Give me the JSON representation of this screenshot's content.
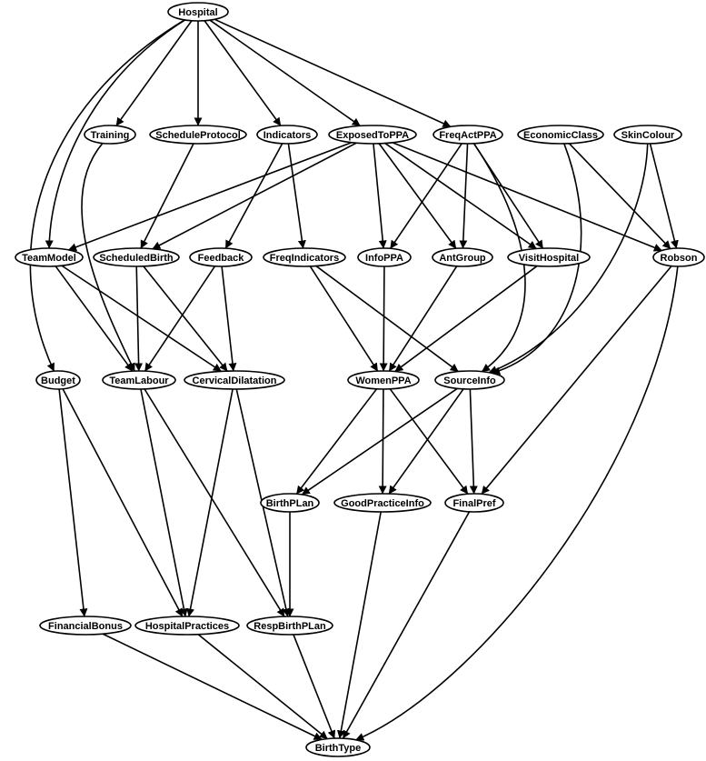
{
  "diagram": {
    "nodes": [
      {
        "id": "Hospital",
        "label": "Hospital"
      },
      {
        "id": "Training",
        "label": "Training"
      },
      {
        "id": "ScheduleProtocol",
        "label": "ScheduleProtocol"
      },
      {
        "id": "Indicators",
        "label": "Indicators"
      },
      {
        "id": "ExposedToPPA",
        "label": "ExposedToPPA"
      },
      {
        "id": "FreqActPPA",
        "label": "FreqActPPA"
      },
      {
        "id": "EconomicClass",
        "label": "EconomicClass"
      },
      {
        "id": "SkinColour",
        "label": "SkinColour"
      },
      {
        "id": "TeamModel",
        "label": "TeamModel"
      },
      {
        "id": "ScheduledBirth",
        "label": "ScheduledBirth"
      },
      {
        "id": "Feedback",
        "label": "Feedback"
      },
      {
        "id": "FreqIndicators",
        "label": "FreqIndicators"
      },
      {
        "id": "InfoPPA",
        "label": "InfoPPA"
      },
      {
        "id": "AntGroup",
        "label": "AntGroup"
      },
      {
        "id": "VisitHospital",
        "label": "VisitHospital"
      },
      {
        "id": "Robson",
        "label": "Robson"
      },
      {
        "id": "Budget",
        "label": "Budget"
      },
      {
        "id": "TeamLabour",
        "label": "TeamLabour"
      },
      {
        "id": "CervicalDilatation",
        "label": "CervicalDilatation"
      },
      {
        "id": "WomenPPA",
        "label": "WomenPPA"
      },
      {
        "id": "SourceInfo",
        "label": "SourceInfo"
      },
      {
        "id": "BirthPLan",
        "label": "BirthPLan"
      },
      {
        "id": "GoodPracticeInfo",
        "label": "GoodPracticeInfo"
      },
      {
        "id": "FinalPref",
        "label": "FinalPref"
      },
      {
        "id": "FinancialBonus",
        "label": "FinancialBonus"
      },
      {
        "id": "HospitalPractices",
        "label": "HospitalPractices"
      },
      {
        "id": "RespBirthPLan",
        "label": "RespBirthPLan"
      },
      {
        "id": "BirthType",
        "label": "BirthType"
      }
    ],
    "edges": [
      [
        "Hospital",
        "Training"
      ],
      [
        "Hospital",
        "ScheduleProtocol"
      ],
      [
        "Hospital",
        "Indicators"
      ],
      [
        "Hospital",
        "ExposedToPPA"
      ],
      [
        "Hospital",
        "FreqActPPA"
      ],
      [
        "Hospital",
        "TeamModel"
      ],
      [
        "Hospital",
        "Budget"
      ],
      [
        "Training",
        "TeamLabour"
      ],
      [
        "ScheduleProtocol",
        "ScheduledBirth"
      ],
      [
        "Indicators",
        "Feedback"
      ],
      [
        "Indicators",
        "FreqIndicators"
      ],
      [
        "ExposedToPPA",
        "TeamModel"
      ],
      [
        "ExposedToPPA",
        "ScheduledBirth"
      ],
      [
        "ExposedToPPA",
        "InfoPPA"
      ],
      [
        "ExposedToPPA",
        "AntGroup"
      ],
      [
        "ExposedToPPA",
        "VisitHospital"
      ],
      [
        "ExposedToPPA",
        "Robson"
      ],
      [
        "FreqActPPA",
        "InfoPPA"
      ],
      [
        "FreqActPPA",
        "AntGroup"
      ],
      [
        "FreqActPPA",
        "VisitHospital"
      ],
      [
        "FreqActPPA",
        "SourceInfo"
      ],
      [
        "EconomicClass",
        "Robson"
      ],
      [
        "EconomicClass",
        "SourceInfo"
      ],
      [
        "SkinColour",
        "Robson"
      ],
      [
        "SkinColour",
        "SourceInfo"
      ],
      [
        "TeamModel",
        "TeamLabour"
      ],
      [
        "TeamModel",
        "CervicalDilatation"
      ],
      [
        "ScheduledBirth",
        "TeamLabour"
      ],
      [
        "ScheduledBirth",
        "CervicalDilatation"
      ],
      [
        "Feedback",
        "TeamLabour"
      ],
      [
        "Feedback",
        "CervicalDilatation"
      ],
      [
        "FreqIndicators",
        "WomenPPA"
      ],
      [
        "FreqIndicators",
        "SourceInfo"
      ],
      [
        "InfoPPA",
        "WomenPPA"
      ],
      [
        "AntGroup",
        "WomenPPA"
      ],
      [
        "VisitHospital",
        "WomenPPA"
      ],
      [
        "Robson",
        "FinalPref"
      ],
      [
        "Robson",
        "BirthType"
      ],
      [
        "Budget",
        "FinancialBonus"
      ],
      [
        "Budget",
        "HospitalPractices"
      ],
      [
        "TeamLabour",
        "HospitalPractices"
      ],
      [
        "TeamLabour",
        "RespBirthPLan"
      ],
      [
        "CervicalDilatation",
        "HospitalPractices"
      ],
      [
        "CervicalDilatation",
        "RespBirthPLan"
      ],
      [
        "WomenPPA",
        "BirthPLan"
      ],
      [
        "WomenPPA",
        "GoodPracticeInfo"
      ],
      [
        "WomenPPA",
        "FinalPref"
      ],
      [
        "SourceInfo",
        "BirthPLan"
      ],
      [
        "SourceInfo",
        "GoodPracticeInfo"
      ],
      [
        "SourceInfo",
        "FinalPref"
      ],
      [
        "BirthPLan",
        "RespBirthPLan"
      ],
      [
        "GoodPracticeInfo",
        "BirthType"
      ],
      [
        "FinalPref",
        "BirthType"
      ],
      [
        "FinancialBonus",
        "BirthType"
      ],
      [
        "HospitalPractices",
        "BirthType"
      ],
      [
        "RespBirthPLan",
        "BirthType"
      ]
    ]
  }
}
